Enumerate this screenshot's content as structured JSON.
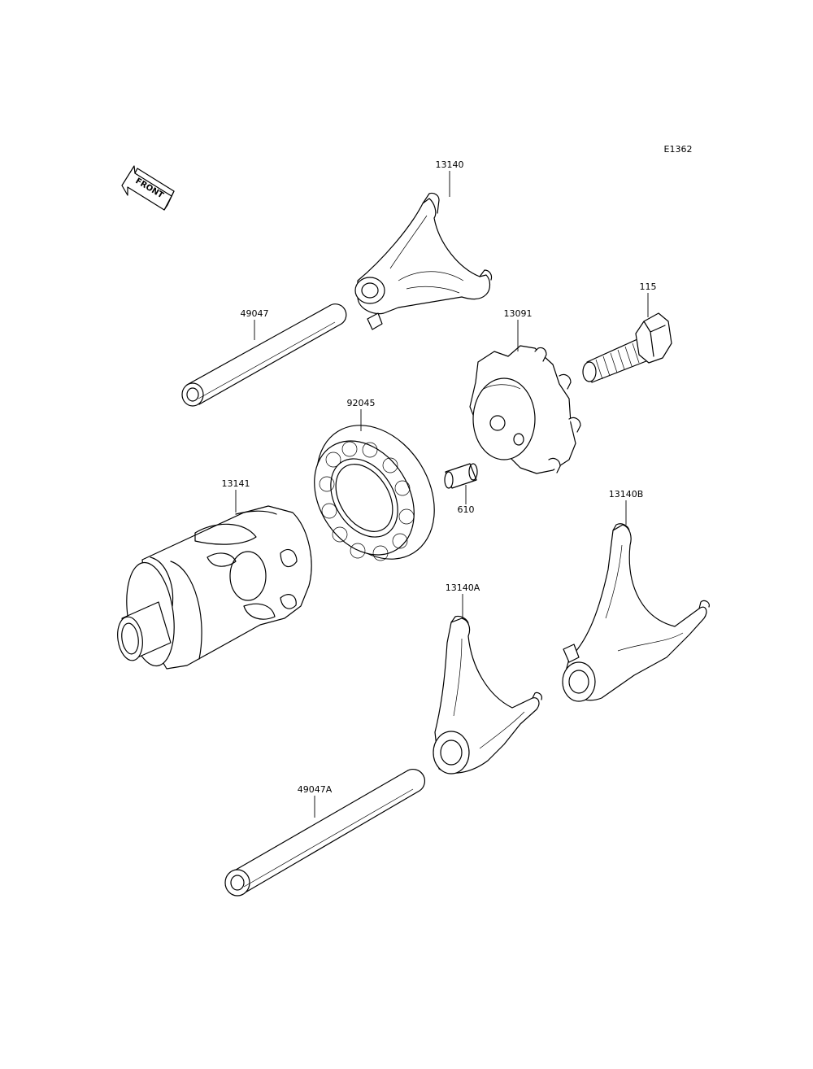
{
  "diagram": {
    "code": "E1362",
    "front_label": "FRONT",
    "parts": {
      "p13140": "13140",
      "p49047": "49047",
      "p115": "115",
      "p13091": "13091",
      "p92045": "92045",
      "p13141": "13141",
      "p610": "610",
      "p13140B": "13140B",
      "p13140A": "13140A",
      "p49047A": "49047A"
    }
  }
}
